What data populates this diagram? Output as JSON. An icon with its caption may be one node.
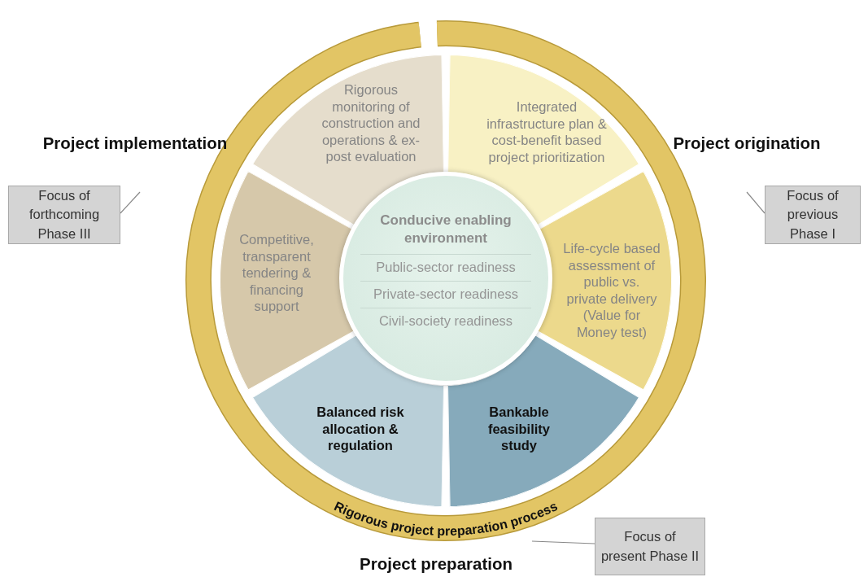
{
  "diagram": {
    "nodes": [
      {
        "text": [
          "Rigorous project preparation process"
        ]
      },
      {
        "text": [
          "Integrated infrastructure plan & cost-benefit based project prioritization"
        ],
        "in": 0
      },
      {
        "text": [
          "Life-cycle based assessment of public vs. private delivery (Value for Money test)"
        ],
        "in": 0
      },
      {
        "text": [
          "Bankable feasibility study"
        ],
        "in": 0
      },
      {
        "text": [
          "Balanced risk allocation & regulation"
        ],
        "in": 0
      },
      {
        "text": [
          "Competitive, transparent tendering & financing support"
        ],
        "in": 0
      },
      {
        "text": [
          "Rigorous monitoring of construction and operations & ex-post evaluation"
        ],
        "in": 0
      },
      {
        "text": [
          "Conducive enabling environment",
          "Public-sector readiness",
          "Private-sector readiness",
          "Civil-society readiness"
        ],
        "in": 0
      },
      {
        "text": [
          "Focus of forthcoming Phase III"
        ]
      },
      {
        "text": [
          "Focus of previous Phase I"
        ]
      },
      {
        "text": [
          "Focus of present Phase II"
        ]
      }
    ],
    "edges": [
      {
        "from": 8,
        "to": null,
        "arrow": "none"
      },
      {
        "from": 9,
        "to": null,
        "arrow": "none"
      },
      {
        "from": 10,
        "to": 0,
        "arrow": "none"
      }
    ],
    "labels": [
      "Project implementation",
      "Project origination",
      "Project preparation"
    ]
  }
}
